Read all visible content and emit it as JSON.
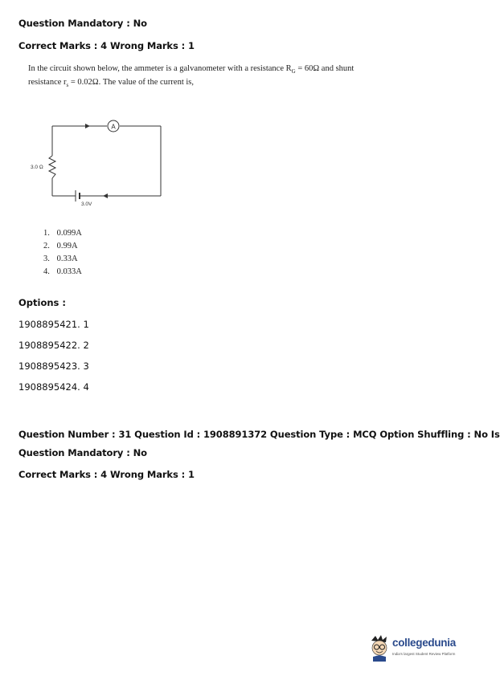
{
  "header": {
    "mandatory": "Question Mandatory : No",
    "marks": "Correct Marks : 4 Wrong Marks : 1"
  },
  "question": {
    "line1": "In the circuit shown below, the ammeter is a galvanometer with a resistance R",
    "sub_g": "G",
    "line1_end": " = 60Ω and shunt",
    "line2_start": "resistance r",
    "sub_s": "s",
    "line2_end": " = 0.02Ω. The value of the current is,"
  },
  "circuit": {
    "resistor_label": "3.0 Ω",
    "battery_label": "3.0V",
    "ammeter_symbol": "A"
  },
  "choices": [
    {
      "num": "1.",
      "text": "0.099A"
    },
    {
      "num": "2.",
      "text": "0.99A"
    },
    {
      "num": "3.",
      "text": "0.33A"
    },
    {
      "num": "4.",
      "text": "0.033A"
    }
  ],
  "options": {
    "title": "Options :",
    "items": [
      "1908895421. 1",
      "1908895422. 2",
      "1908895423. 3",
      "1908895424. 4"
    ]
  },
  "next": {
    "line1": "Question Number : 31 Question Id : 1908891372 Question Type : MCQ Option Shuffling : No Is",
    "line2": "Question Mandatory : No",
    "line3": "Correct Marks : 4 Wrong Marks : 1"
  },
  "logo": {
    "name": "collegedunia",
    "tagline": "India's largest Student Review Platform"
  }
}
